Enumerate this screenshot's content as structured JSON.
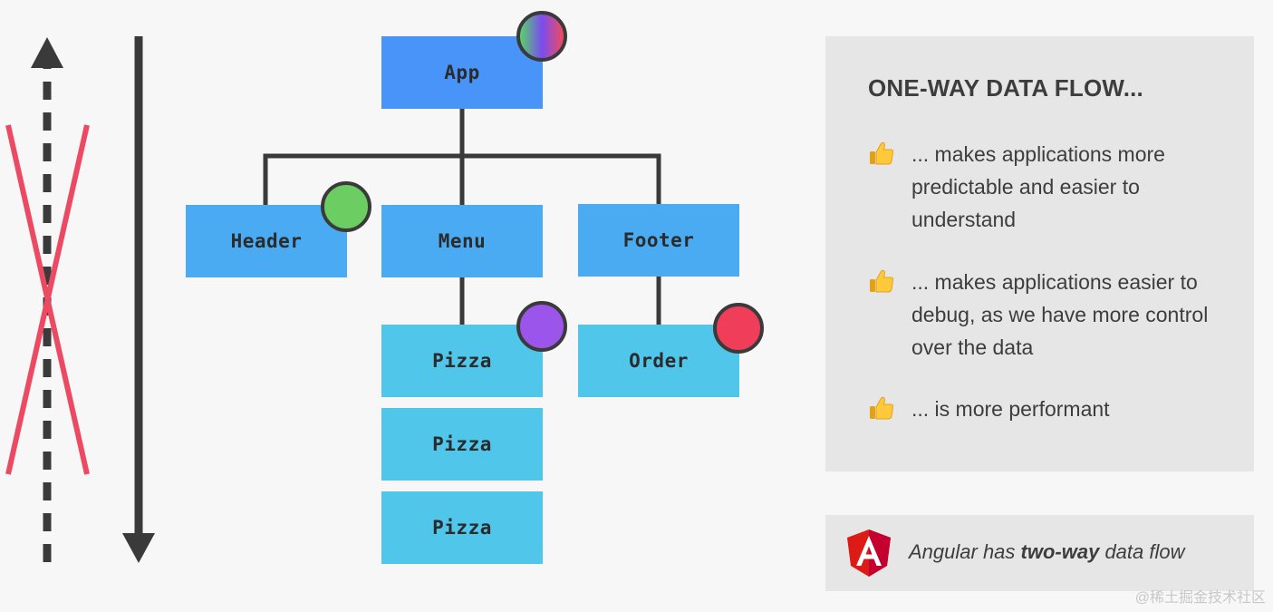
{
  "tree": {
    "root": {
      "label": "App",
      "state_dot_colors": [
        "#57d366",
        "#7a4df0",
        "#f24a5c"
      ]
    },
    "children": [
      {
        "label": "Header",
        "state_dot_color": "#6bcd62"
      },
      {
        "label": "Menu"
      },
      {
        "label": "Footer"
      }
    ],
    "grandchildren": [
      {
        "label": "Pizza",
        "state_dot_color": "#9b55ea"
      },
      {
        "label": "Pizza"
      },
      {
        "label": "Pizza"
      },
      {
        "label": "Order",
        "state_dot_color": "#ef3d5a"
      }
    ]
  },
  "arrows": {
    "down_solid": "data flows down",
    "up_dashed_crossed": "no upward flow"
  },
  "panel": {
    "title": "ONE-WAY DATA FLOW...",
    "points": [
      {
        "icon": "thumbs-up-icon",
        "text": "... makes applications more predictable and easier to understand"
      },
      {
        "icon": "thumbs-up-icon",
        "text": "... makes applications easier to debug, as we have more control over the data"
      },
      {
        "icon": "thumbs-up-icon",
        "text": "... is more performant"
      }
    ]
  },
  "note": {
    "logo": "angular-logo-icon",
    "text_before": "Angular has ",
    "text_bold": "two-way",
    "text_after": " data flow"
  },
  "watermark": "@稀土掘金技术社区",
  "colors": {
    "app": "#4894f8",
    "mid": "#4aabf2",
    "leaf": "#4fc6ea",
    "connector": "#3a3a3a",
    "cross": "#ec4a63",
    "panel": "#e6e6e6",
    "text": "#3d3d3d"
  }
}
